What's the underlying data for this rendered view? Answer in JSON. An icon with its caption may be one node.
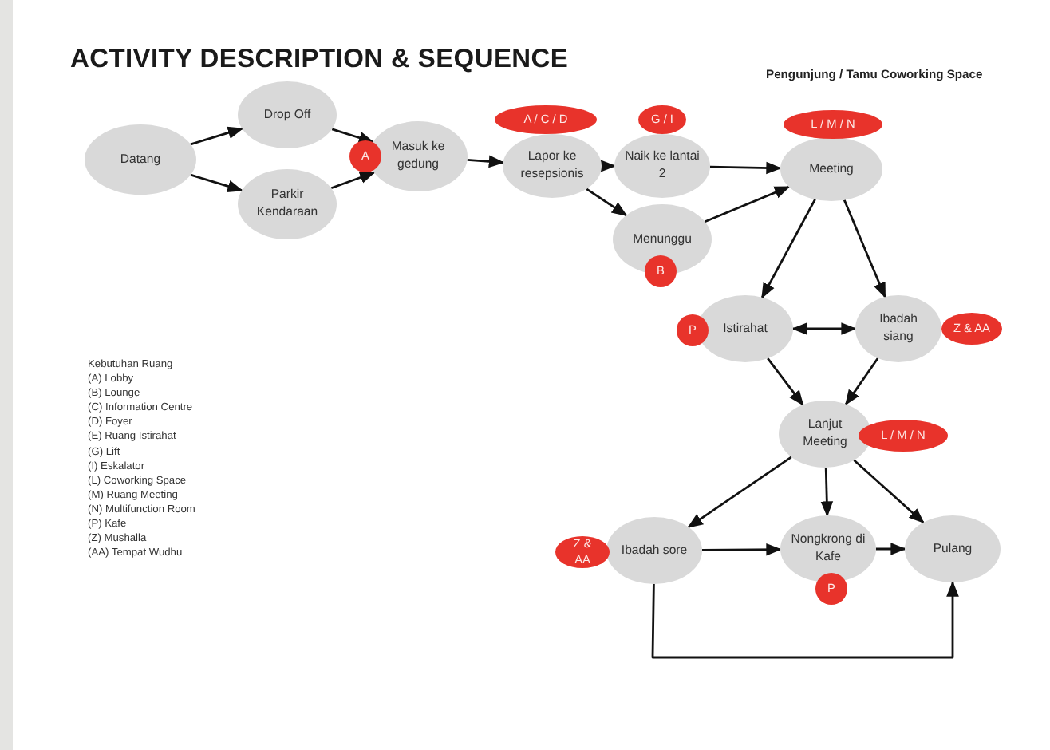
{
  "diagram": {
    "title": "ACTIVITY DESCRIPTION & SEQUENCE",
    "nodes": [
      {
        "text": [
          "Datang"
        ]
      },
      {
        "text": [
          "Drop Off"
        ]
      },
      {
        "text": [
          "Parkir Kendaraan"
        ]
      },
      {
        "text": [
          "Masuk ke gedung"
        ]
      },
      {
        "text": [
          "A"
        ]
      },
      {
        "text": [
          "Lapor ke resepsionis"
        ]
      },
      {
        "text": [
          "A / C / D"
        ]
      },
      {
        "text": [
          "Naik ke lantai 2"
        ]
      },
      {
        "text": [
          "G / I"
        ]
      },
      {
        "text": [
          "Menunggu"
        ]
      },
      {
        "text": [
          "B"
        ]
      },
      {
        "text": [
          "Meeting"
        ]
      },
      {
        "text": [
          "L / M / N"
        ]
      },
      {
        "text": [
          "Istirahat"
        ]
      },
      {
        "text": [
          "P"
        ]
      },
      {
        "text": [
          "Ibadah siang"
        ]
      },
      {
        "text": [
          "Z & AA"
        ]
      },
      {
        "text": [
          "Lanjut Meeting"
        ]
      },
      {
        "text": [
          "L / M / N"
        ]
      },
      {
        "text": [
          "Ibadah sore"
        ]
      },
      {
        "text": [
          "Z & AA"
        ]
      },
      {
        "text": [
          "Nongkrong di Kafe"
        ]
      },
      {
        "text": [
          "P"
        ]
      },
      {
        "text": [
          "Pulang"
        ]
      }
    ],
    "edges": [
      {
        "from": 0,
        "to": 1,
        "arrow": "to"
      },
      {
        "from": 0,
        "to": 2,
        "arrow": "to"
      },
      {
        "from": 1,
        "to": 3,
        "arrow": "to"
      },
      {
        "from": 2,
        "to": 3,
        "arrow": "to"
      },
      {
        "from": 3,
        "to": 5,
        "arrow": "to"
      },
      {
        "from": 5,
        "to": 7,
        "arrow": "to"
      },
      {
        "from": 5,
        "to": 9,
        "arrow": "to"
      },
      {
        "from": 7,
        "to": 11,
        "arrow": "to"
      },
      {
        "from": 9,
        "to": 11,
        "arrow": "to"
      },
      {
        "from": 11,
        "to": 13,
        "arrow": "to"
      },
      {
        "from": 11,
        "to": 15,
        "arrow": "to"
      },
      {
        "from": 13,
        "to": 15,
        "arrow": "both"
      },
      {
        "from": 13,
        "to": 17,
        "arrow": "to"
      },
      {
        "from": 15,
        "to": 17,
        "arrow": "to"
      },
      {
        "from": 17,
        "to": 19,
        "arrow": "to"
      },
      {
        "from": 17,
        "to": 21,
        "arrow": "to"
      },
      {
        "from": 17,
        "to": 23,
        "arrow": "to"
      },
      {
        "from": 19,
        "to": 21,
        "arrow": "to"
      },
      {
        "from": 21,
        "to": 23,
        "arrow": "to"
      },
      {
        "from": 19,
        "to": 23,
        "arrow": "to"
      }
    ],
    "labels": [
      "Pengunjung / Tamu Coworking Space",
      "Kebutuhan Ruang",
      "(A) Lobby",
      "(B) Lounge",
      "(C) Information Centre",
      "(D) Foyer",
      "(E) Ruang Istirahat",
      "(G) Lift",
      "(I) Eskalator",
      "(L) Coworking Space",
      "(M) Ruang Meeting",
      "(N) Multifunction Room",
      "(P) Kafe",
      "(Z) Mushalla",
      "(AA) Tempat Wudhu"
    ]
  }
}
